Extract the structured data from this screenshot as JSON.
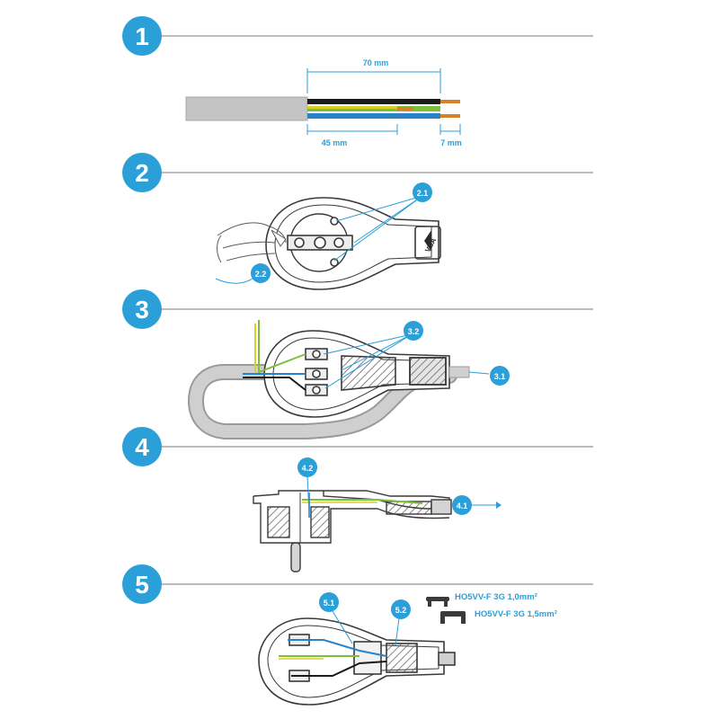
{
  "colors": {
    "badge": "#2b9fd8",
    "badge_text": "#ffffff",
    "line": "#7a7a7a",
    "outline": "#3a3a3a",
    "cable": "#c4c4c4",
    "wire_black": "#1b1b1b",
    "wire_blue": "#2a83c9",
    "wire_green": "#7cbf3a",
    "wire_yellow": "#d9cf2a",
    "copper": "#d9822b",
    "dim_text": "#2b9fd8"
  },
  "steps": [
    {
      "number": "1"
    },
    {
      "number": "2"
    },
    {
      "number": "3"
    },
    {
      "number": "4"
    },
    {
      "number": "5"
    }
  ],
  "step1": {
    "dim_strip_total": "70 mm",
    "dim_outer_wires": "45 mm",
    "dim_insulation": "7 mm"
  },
  "step2": {
    "callout_screws": "2.1",
    "callout_hand": "2.2",
    "logo": "VBA"
  },
  "step3": {
    "callout_terminals": "3.2",
    "callout_cable": "3.1"
  },
  "step4": {
    "callout_top": "4.2",
    "callout_right": "4.1"
  },
  "step5": {
    "callout_left": "5.1",
    "callout_right": "5.2",
    "spec_small": "HO5VV-F 3G 1,0mm²",
    "spec_large": "HO5VV-F 3G 1,5mm²"
  }
}
